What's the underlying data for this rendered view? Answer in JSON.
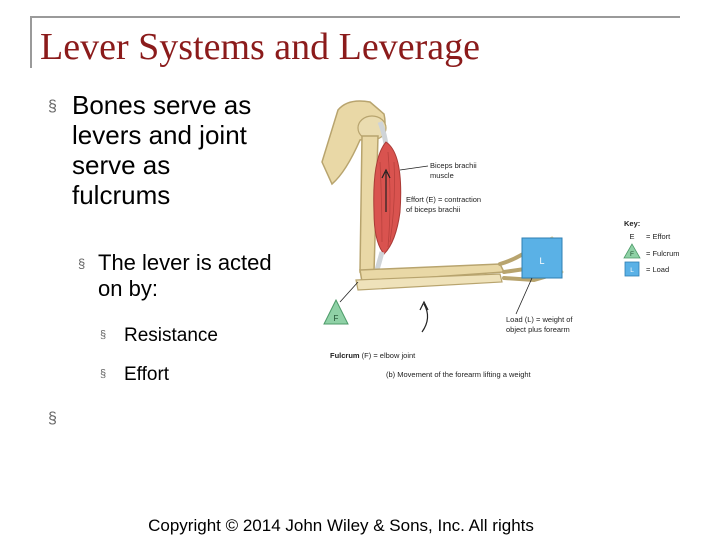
{
  "slide": {
    "title": "Lever Systems and Leverage",
    "bullets": {
      "level1_a": [
        "Bones serve as",
        "levers and joint",
        "serve as",
        "fulcrums"
      ],
      "level2_a": [
        "The lever is acted",
        "on by:"
      ],
      "level3_a": "Resistance",
      "level3_b": "Effort",
      "bullet_glyph": "§"
    },
    "footer": "Copyright © 2014 John Wiley & Sons, Inc. All rights"
  },
  "figure": {
    "label_biceps": [
      "Biceps brachii",
      "muscle"
    ],
    "label_effort": [
      "Effort (E) = contraction",
      "of biceps brachii"
    ],
    "label_load": [
      "Load (L) = weight of",
      "object plus forearm"
    ],
    "label_fulcrum_bold": "Fulcrum",
    "label_fulcrum_rest": " (F) = elbow joint",
    "caption": "(b) Movement of the forearm lifting a weight",
    "box_load": "L",
    "triangle_f": "F",
    "key_title": "Key:",
    "key_effort_symbol": "E",
    "key_effort": "= Effort",
    "key_fulcrum_symbol": "F",
    "key_fulcrum": "= Fulcrum",
    "key_load_symbol": "L",
    "key_load": "= Load",
    "colors": {
      "title": "#8b1b1b",
      "bone": "#e9d8a6",
      "bone_outline": "#b8a46e",
      "muscle": "#d9534f",
      "load_box": "#5ab1e6",
      "fulcrum_triangle": "#8fd1a6",
      "bullet": "#666666"
    }
  }
}
